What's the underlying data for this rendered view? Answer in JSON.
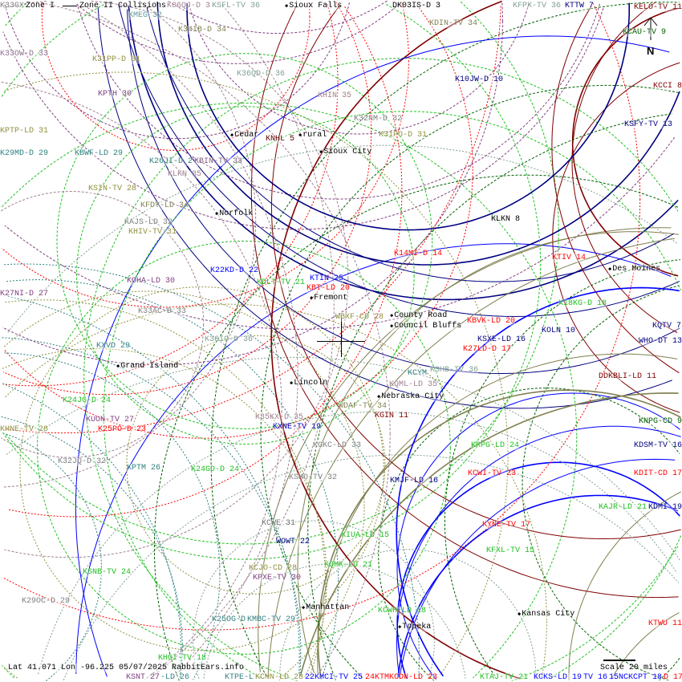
{
  "legend": {
    "zone1": "Zone I",
    "zone2": "Zone II Collisions"
  },
  "status": {
    "latlon": "Lat 41.071 Lon -96.225 05/07/2025 RabbitEars.info",
    "scale": "Scale 20 miles",
    "north": "N"
  },
  "cities": [
    "Sioux Falls",
    "Cedar",
    "rural",
    "Sioux City",
    "Norfolk",
    "Fremont",
    "County Road",
    "Council Bluffs",
    "Grand Island",
    "Lincoln",
    "Nebraska City",
    "Des Moines",
    "Manhattan",
    "Kansas City",
    "Topeka"
  ],
  "stations": [
    {
      "name": "K33GX",
      "color": "#808080"
    },
    {
      "name": "KMEG 32",
      "color": "#5f9a9a"
    },
    {
      "name": "K06QJ-D 3",
      "color": "#a08090"
    },
    {
      "name": "KSFL-TV 36",
      "color": "#80a090"
    },
    {
      "name": "K34IB-D 34",
      "color": "#808050"
    },
    {
      "name": "K33OW-D 33",
      "color": "#907090"
    },
    {
      "name": "K31PP-D 31",
      "color": "#909040"
    },
    {
      "name": "K36QD-D 36",
      "color": "#80a090"
    },
    {
      "name": "KPTH 30",
      "color": "#804080"
    },
    {
      "name": "KHIN 35",
      "color": "#a08080"
    },
    {
      "name": "KPTP-LD 31",
      "color": "#909040"
    },
    {
      "name": "K29MD-D 29",
      "color": "#308080"
    },
    {
      "name": "KBWF-LD 29",
      "color": "#308080"
    },
    {
      "name": "KNHL 5",
      "color": "#600000"
    },
    {
      "name": "K26JI-D 2",
      "color": "#308080"
    },
    {
      "name": "KBIN-TV 33",
      "color": "#806080"
    },
    {
      "name": "KLKN 35",
      "color": "#a08090"
    },
    {
      "name": "KSIN-TV 28",
      "color": "#909040"
    },
    {
      "name": "KFDY-LD 34",
      "color": "#808050"
    },
    {
      "name": "KAJS-LD 32",
      "color": "#808080"
    },
    {
      "name": "KHIV-TV 31",
      "color": "#909040"
    },
    {
      "name": "K22KD-D 22",
      "color": "#0000ff"
    },
    {
      "name": "KOHA-LD 30",
      "color": "#804080"
    },
    {
      "name": "KDLT-TV 21",
      "color": "#20c020"
    },
    {
      "name": "KTIN 25",
      "color": "#0000ff"
    },
    {
      "name": "KBT-LD 20",
      "color": "#ff0000"
    },
    {
      "name": "K27NI-D 27",
      "color": "#804080"
    },
    {
      "name": "K33AC-D 33",
      "color": "#808080"
    },
    {
      "name": "WBXF-CD 28",
      "color": "#909040"
    },
    {
      "name": "K36IO-D 36",
      "color": "#80a090"
    },
    {
      "name": "KXVO 29",
      "color": "#308080"
    },
    {
      "name": "KCYM",
      "color": "#308080"
    },
    {
      "name": "KSHB-TV 36",
      "color": "#80a090"
    },
    {
      "name": "KQML-LD 35",
      "color": "#a08090"
    },
    {
      "name": "WDAF-TV 34",
      "color": "#808050"
    },
    {
      "name": "KGIN 11",
      "color": "#800000"
    },
    {
      "name": "K24JG-D 24",
      "color": "#20c020"
    },
    {
      "name": "KUON-TV 27",
      "color": "#804080"
    },
    {
      "name": "K25PO-D 23",
      "color": "#ff0000"
    },
    {
      "name": "KHNE-TV 28",
      "color": "#909040"
    },
    {
      "name": "K35KX-D 35",
      "color": "#a08090"
    },
    {
      "name": "KXNE-TV 19",
      "color": "#0000c0"
    },
    {
      "name": "KGKC-LD 33",
      "color": "#808080"
    },
    {
      "name": "K32JQ-D 32",
      "color": "#808080"
    },
    {
      "name": "KPTM 26",
      "color": "#308080"
    },
    {
      "name": "K24GD-D 24",
      "color": "#20c020"
    },
    {
      "name": "KSMO-TV 32",
      "color": "#808080"
    },
    {
      "name": "KMJF-LD 16",
      "color": "#000080"
    },
    {
      "name": "KRPG-LD 24",
      "color": "#20c020"
    },
    {
      "name": "KCWI-TV 23",
      "color": "#ff0000"
    },
    {
      "name": "KCWE 31",
      "color": "#707070"
    },
    {
      "name": "KYNE-TV 17",
      "color": "#ff0000"
    },
    {
      "name": "WOWT 22",
      "color": "#000080"
    },
    {
      "name": "KIUA-LD 15",
      "color": "#20c020"
    },
    {
      "name": "KFXL-TV 15",
      "color": "#20c020"
    },
    {
      "name": "KQMK-LD 21",
      "color": "#20c020"
    },
    {
      "name": "KSNB-TV 24",
      "color": "#20c020"
    },
    {
      "name": "KCJO-CD 28",
      "color": "#909040"
    },
    {
      "name": "KPXE-TV 30",
      "color": "#804080"
    },
    {
      "name": "K29OC-D 29",
      "color": "#808080"
    },
    {
      "name": "KCWH-LD 18",
      "color": "#20c020"
    },
    {
      "name": "K25OG-D",
      "color": "#308080"
    },
    {
      "name": "KMBC-TV 29",
      "color": "#308080"
    },
    {
      "name": "KTWU 11",
      "color": "#ff0000"
    },
    {
      "name": "KHGI-TV 18",
      "color": "#20c020"
    },
    {
      "name": "KSNT 27",
      "color": "#804080"
    },
    {
      "name": "-LD 26",
      "color": "#308080"
    },
    {
      "name": "KTPE-L",
      "color": "#308080"
    },
    {
      "name": "KCMN-LD 28",
      "color": "#909040"
    },
    {
      "name": "22KMCI-TV 25",
      "color": "#0000ff"
    },
    {
      "name": "24KTMKCDN-LD 23",
      "color": "#ff0000"
    },
    {
      "name": "KTAJ-TV 21",
      "color": "#20c020"
    },
    {
      "name": "KCKS-LD 19",
      "color": "#0000ff"
    },
    {
      "name": "TV 16",
      "color": "#0000ff"
    },
    {
      "name": "15NCKCPT 18",
      "color": "#0000ff"
    },
    {
      "name": "D 17",
      "color": "#ff0000"
    },
    {
      "name": "KELO-TV 11",
      "color": "#800000"
    },
    {
      "name": "KCAU-TV 9",
      "color": "#006000"
    },
    {
      "name": "KCCI 8",
      "color": "#800000"
    },
    {
      "name": "KSFY-TV 13",
      "color": "#000080"
    },
    {
      "name": "K10JW-D 10",
      "color": "#000080"
    },
    {
      "name": "KDIN-TV 34",
      "color": "#808050"
    },
    {
      "name": "DK03IS-D 3",
      "color": "#000000"
    },
    {
      "name": "KFPX-TV 36",
      "color": "#80a090"
    },
    {
      "name": "KTTW 7",
      "color": "#000080"
    },
    {
      "name": "K32NM-D 32",
      "color": "#808080"
    },
    {
      "name": "K31PO-D 31",
      "color": "#909040"
    },
    {
      "name": "KLKN 8",
      "color": "#000000"
    },
    {
      "name": "KTIV 14",
      "color": "#ff0000"
    },
    {
      "name": "K14MI-D 14",
      "color": "#ff0000"
    },
    {
      "name": "K18KG-D 18",
      "color": "#20c020"
    },
    {
      "name": "KQTV 7",
      "color": "#000080"
    },
    {
      "name": "WHO-DT 13",
      "color": "#000080"
    },
    {
      "name": "KBVK-LD 20",
      "color": "#ff0000"
    },
    {
      "name": "KOLN 10",
      "color": "#000080"
    },
    {
      "name": "KSXE-LD 16",
      "color": "#000080"
    },
    {
      "name": "K27LD-D 17",
      "color": "#ff0000"
    },
    {
      "name": "DDKBLI-LD 11",
      "color": "#800000"
    },
    {
      "name": "KNPG-CD 9",
      "color": "#006000"
    },
    {
      "name": "KDSM-TV 16",
      "color": "#000080"
    },
    {
      "name": "KDIT-CD 17",
      "color": "#ff0000"
    },
    {
      "name": "KAJR-LD 21",
      "color": "#20c020"
    },
    {
      "name": "KDMI 19",
      "color": "#000080"
    }
  ]
}
